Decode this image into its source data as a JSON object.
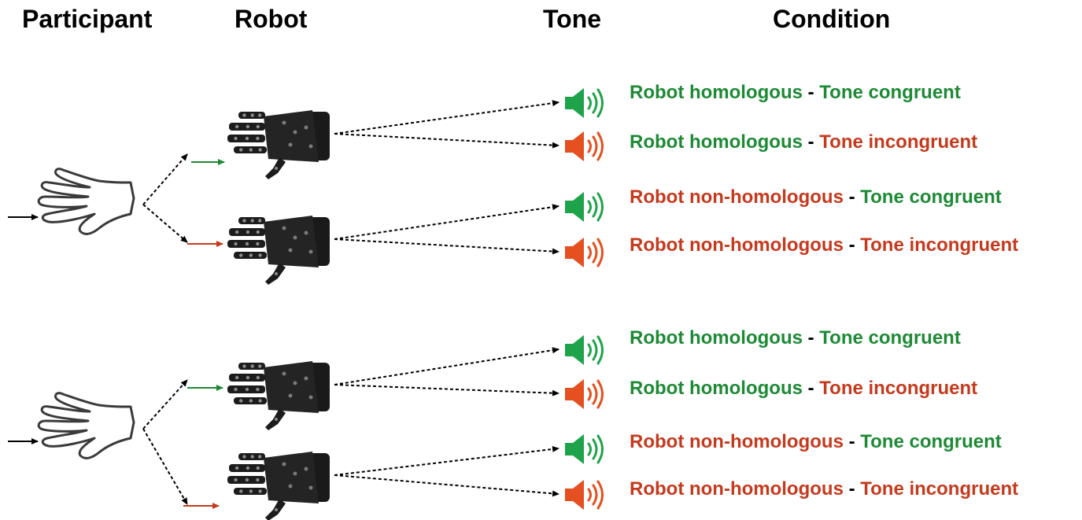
{
  "headers": {
    "participant": "Participant",
    "robot": "Robot",
    "tone": "Tone",
    "condition": "Condition"
  },
  "colors": {
    "green": "#1d8a35",
    "red": "#c53a1d",
    "speaker_green": "#1fa34a",
    "speaker_red": "#e4501f",
    "black": "#000000"
  },
  "icons": {
    "participant": "hand-outline-icon",
    "robot": "robot-hand-icon",
    "tone": "speaker-icon"
  },
  "separator": "-",
  "conditions": [
    {
      "robot": "Robot homologous",
      "robot_color": "green",
      "tone": "Tone congruent",
      "tone_color": "green"
    },
    {
      "robot": "Robot homologous",
      "robot_color": "green",
      "tone": "Tone incongruent",
      "tone_color": "red"
    },
    {
      "robot": "Robot non-homologous",
      "robot_color": "red",
      "tone": "Tone congruent",
      "tone_color": "green"
    },
    {
      "robot": "Robot non-homologous",
      "robot_color": "red",
      "tone": "Tone incongruent",
      "tone_color": "red"
    },
    {
      "robot": "Robot homologous",
      "robot_color": "green",
      "tone": "Tone congruent",
      "tone_color": "green"
    },
    {
      "robot": "Robot homologous",
      "robot_color": "green",
      "tone": "Tone incongruent",
      "tone_color": "red"
    },
    {
      "robot": "Robot non-homologous",
      "robot_color": "red",
      "tone": "Tone congruent",
      "tone_color": "green"
    },
    {
      "robot": "Robot non-homologous",
      "robot_color": "red",
      "tone": "Tone incongruent",
      "tone_color": "red"
    }
  ]
}
